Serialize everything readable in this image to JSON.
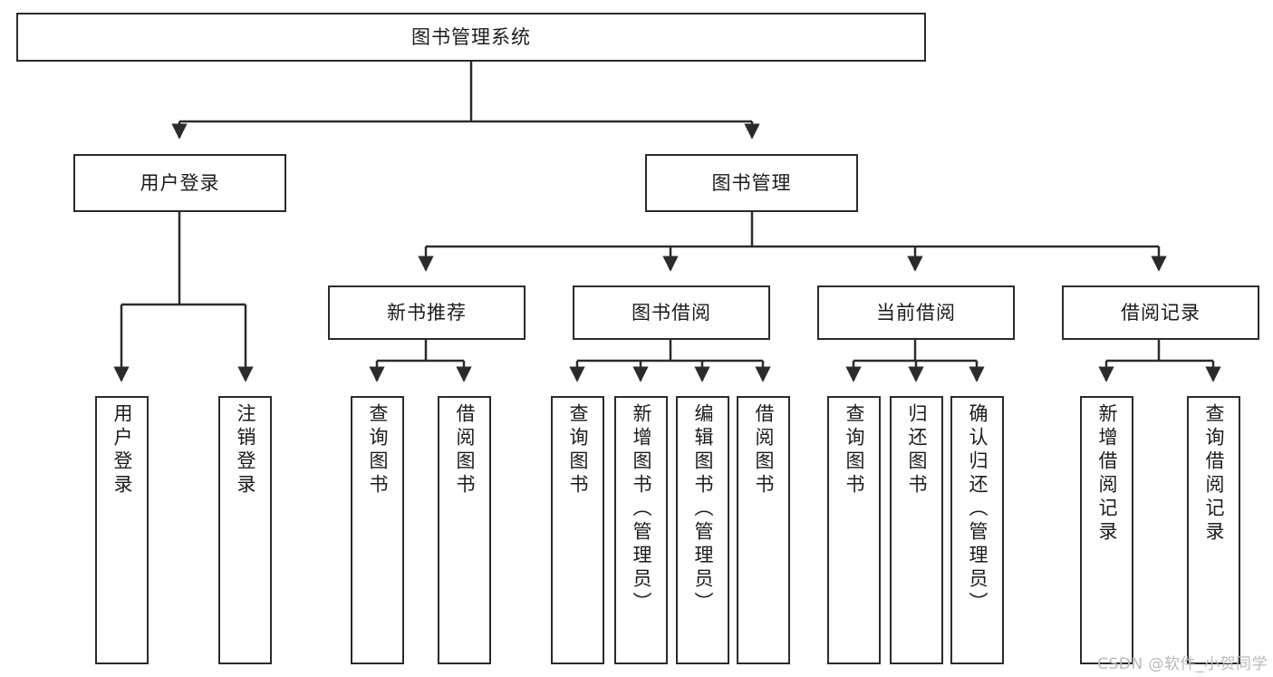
{
  "diagram": {
    "title": "图书管理系统",
    "type": "tree-hierarchy-diagram",
    "colors": {
      "box_border": "#2b2b2b",
      "box_fill": "#ffffff",
      "edge": "#2b2b2b",
      "text": "#1b1b1b",
      "watermark": "#b9b9b9",
      "background": "#ffffff"
    },
    "root": {
      "label": "图书管理系统"
    },
    "level2": [
      {
        "label": "用户登录"
      },
      {
        "label": "图书管理"
      }
    ],
    "level3": [
      {
        "label": "新书推荐"
      },
      {
        "label": "图书借阅"
      },
      {
        "label": "当前借阅"
      },
      {
        "label": "借阅记录"
      }
    ],
    "leaves": {
      "user_login": [
        {
          "label": "用户登录"
        },
        {
          "label": "注销登录"
        }
      ],
      "new_book_recommend": [
        {
          "label": "查询图书"
        },
        {
          "label": "借阅图书"
        }
      ],
      "book_borrow": [
        {
          "label": "查询图书"
        },
        {
          "label": "新增图书（管理员）"
        },
        {
          "label": "编辑图书（管理员）"
        },
        {
          "label": "借阅图书"
        }
      ],
      "current_borrow": [
        {
          "label": "查询图书"
        },
        {
          "label": "归还图书"
        },
        {
          "label": "确认归还（管理员）"
        }
      ],
      "borrow_record": [
        {
          "label": "新增借阅记录"
        },
        {
          "label": "查询借阅记录"
        }
      ]
    },
    "watermark": "CSDN @软件_小贺同学"
  }
}
